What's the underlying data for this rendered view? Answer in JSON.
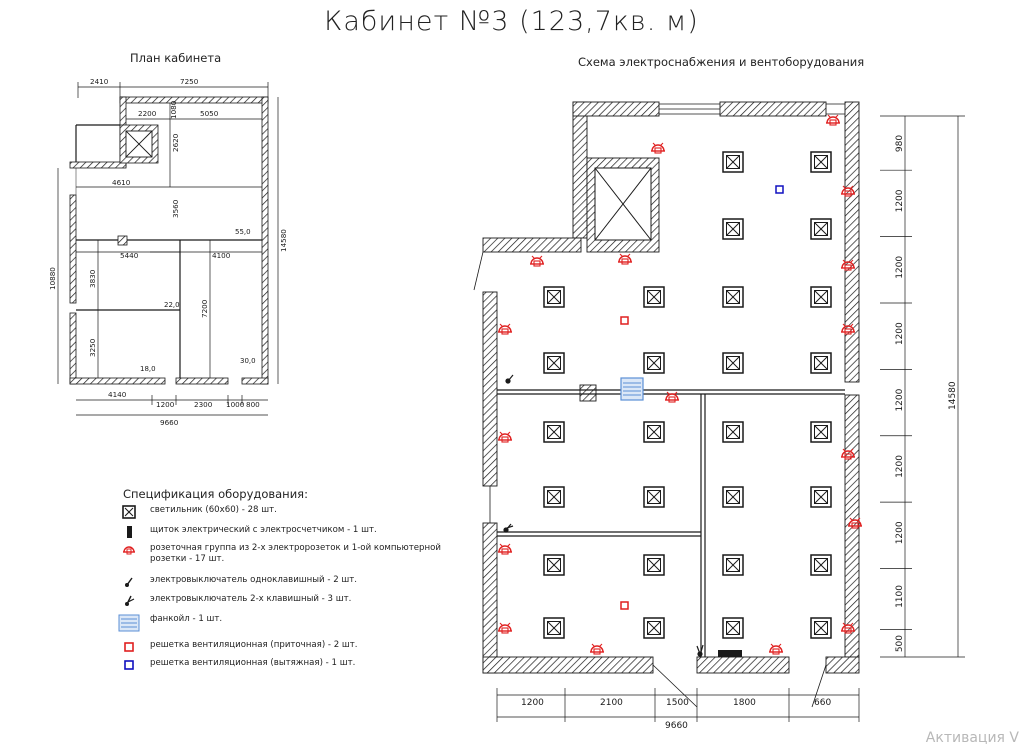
{
  "title": "Кабинет №3 (123,7кв. м)",
  "plan": {
    "heading": "План кабинета",
    "dims": {
      "top_a": "2410",
      "top_b": "7250",
      "inner_a": "2200",
      "inner_b": "5050",
      "gap_a": "1080",
      "v_a": "2620",
      "v_b": "3560",
      "w_a": "4610",
      "left_total": "10880",
      "right_total": "14580",
      "mid_a": "5440",
      "mid_b": "4100",
      "v_c": "3830",
      "v_d": "7200",
      "v_e": "3250",
      "bot_a": "4140",
      "bot_b": "1200",
      "bot_c": "2300",
      "bot_d": "1000",
      "bot_e": "800",
      "bot_total": "9660",
      "area_a": "55,0",
      "area_b": "22,0",
      "area_c": "18,0",
      "area_d": "30,0"
    }
  },
  "scheme": {
    "heading": "Схема электроснабжения и вентоборудования",
    "right_dims": [
      "980",
      "1200",
      "1200",
      "1200",
      "1200",
      "1200",
      "1200",
      "1100",
      "500"
    ],
    "right_total": "14580",
    "bottom_dims": [
      "1200",
      "2100",
      "1500",
      "1800",
      "660"
    ],
    "bottom_total": "9660"
  },
  "spec": {
    "heading": "Спецификация оборудования:",
    "items": [
      {
        "icon": "luminaire-icon",
        "text": "светильник (60х60) - 28 шт."
      },
      {
        "icon": "electrical-panel-icon",
        "text": "щиток электрический с электросчетчиком - 1 шт."
      },
      {
        "icon": "socket-group-icon",
        "text": "розеточная группа из 2-х электророзеток и 1-ой компьютерной розетки - 17 шт."
      },
      {
        "icon": "single-switch-icon",
        "text": "электровыключатель одноклавишный - 2 шт."
      },
      {
        "icon": "double-switch-icon",
        "text": "электровыключатель 2-х клавишный - 3 шт."
      },
      {
        "icon": "fancoil-icon",
        "text": "фанкойл - 1 шт."
      },
      {
        "icon": "supply-grille-icon",
        "text": "решетка вентиляционная (приточная) - 2 шт."
      },
      {
        "icon": "exhaust-grille-icon",
        "text": "решетка вентиляционная (вытяжная) - 1 шт."
      }
    ]
  },
  "colors": {
    "socket": "#e02020",
    "supply_grille": "#e02020",
    "exhaust_grille": "#1010c0",
    "fancoil": "#5b8fd6",
    "line": "#1a1a1a"
  },
  "watermark": "Активация V"
}
